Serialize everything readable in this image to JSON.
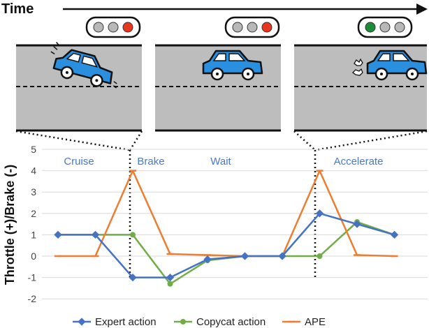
{
  "header": {
    "time_label": "Time"
  },
  "scenes": [
    {
      "lights": [
        "off",
        "off",
        "red"
      ]
    },
    {
      "lights": [
        "off",
        "off",
        "red"
      ]
    },
    {
      "lights": [
        "green",
        "off",
        "off"
      ]
    }
  ],
  "colors": {
    "car": "#2b8fe0",
    "road": "#bdbdbd",
    "red": "#e8361f",
    "green": "#1c8c3a",
    "off": "#b8b8b8",
    "expert": "#4472c4",
    "copycat": "#70ad47",
    "ape": "#ed7d31",
    "phase_text": "#4a78c8"
  },
  "chart_data": {
    "type": "line",
    "x": [
      1,
      2,
      3,
      4,
      5,
      6,
      7,
      8,
      9,
      10,
      11,
      12
    ],
    "series": [
      {
        "name": "Expert action",
        "values": [
          1,
          1,
          -1,
          -1,
          -0.15,
          0,
          0,
          2,
          1.5,
          1
        ],
        "x": [
          1,
          2,
          3,
          4,
          5,
          6,
          7,
          8,
          9,
          10
        ]
      },
      {
        "name": "Copycat action",
        "values": [
          1,
          1,
          1,
          -1.3,
          -0.2,
          0,
          0,
          0,
          1.6,
          1
        ]
      },
      {
        "name": "APE",
        "values": [
          0,
          0,
          4,
          0.1,
          0.05,
          0,
          0,
          4,
          0.05,
          0
        ]
      }
    ],
    "ylabel": "Throttle (+)/Brake (-)",
    "ylim": [
      -2,
      5
    ],
    "yticks": [
      "5",
      "4",
      "3",
      "2",
      "1",
      "0",
      "-1",
      "-2"
    ],
    "phases": [
      "Cruise",
      "Brake",
      "Wait",
      "Accelerate"
    ],
    "legend_position": "bottom",
    "grid": true
  }
}
